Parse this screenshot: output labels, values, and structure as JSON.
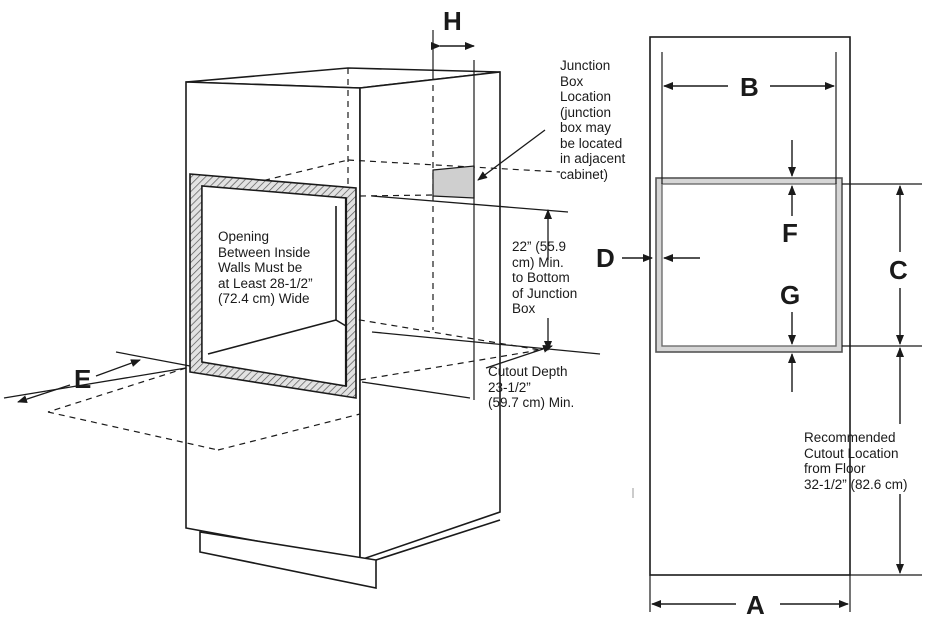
{
  "labels": {
    "A": "A",
    "B": "B",
    "C": "C",
    "D": "D",
    "E": "E",
    "F": "F",
    "G": "G",
    "H": "H"
  },
  "notes": {
    "junction_box": [
      "Junction",
      "Box",
      "Location",
      "(junction",
      "box may",
      "be located",
      "in adjacent",
      "cabinet)"
    ],
    "opening": [
      "Opening",
      "Between Inside",
      "Walls Must be",
      "at Least 28-1/2”",
      "(72.4 cm) Wide"
    ],
    "min_distance": [
      "22” (55.9",
      "cm) Min.",
      "to Bottom",
      "of Junction",
      "Box"
    ],
    "cutout_depth": [
      "Cutout Depth",
      "23-1/2”",
      "(59.7 cm) Min."
    ],
    "floor_location": [
      "Recommended",
      "Cutout Location",
      "from Floor",
      "32-1/2” (82.6 cm)"
    ]
  },
  "colors": {
    "line": "#1a1a1a",
    "junction_box_fill": "#cfcfcf",
    "frame_fill": "#d6d6d6",
    "cutout_frame": "#6e6e6e"
  }
}
